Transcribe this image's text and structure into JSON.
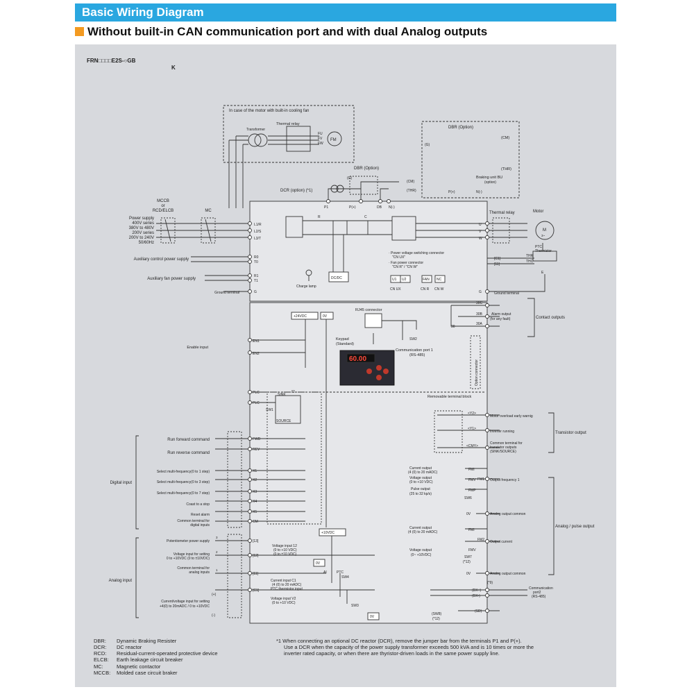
{
  "header": {
    "title": "Basic Wiring Diagram",
    "subtitle": "Without built-in CAN communication port and with dual Analog outputs",
    "model_line1": "FRN□□□□E2S-○GB",
    "model_line2": "K"
  },
  "colors": {
    "header_bg": "#2aa7e0",
    "accent": "#f39a21",
    "panel_bg": "#d7d9dd",
    "line": "#333333"
  },
  "cooling_fan": {
    "title": "In case of the motor with built-in cooling fan",
    "transformer": "Transformer",
    "thermal_relay": "Thermal relay",
    "fu": "FU",
    "fv": "FV",
    "fw": "FW",
    "fm": "FM"
  },
  "dbr_box": {
    "title": "DBR (Option)",
    "cm": "(CM)",
    "thr": "(THR)",
    "braking_unit": "Braking unit BU",
    "braking_unit_sub": "(option)",
    "p": "P(+)",
    "n": "N(-)",
    "g": "(G)"
  },
  "dbr_small": {
    "title": "DBR (Option)",
    "g": "(G)",
    "cm": "(CM)",
    "thr": "(THR)"
  },
  "dcr": {
    "label": "DCR (option) (*1)",
    "p1": "P1",
    "p": "P(+)",
    "db": "DB",
    "n": "N(-)"
  },
  "power": {
    "mccb": "MCCB",
    "or": "or",
    "rcd": "RCD/ELCB",
    "mc": "MC",
    "l1": "Power supply",
    "l2": "400V series",
    "l3": "380V to 480V",
    "l4": "200V series",
    "l5": "200V to 240V",
    "l6": "50/60Hz",
    "aux_ctrl": "Auxiliary control power supply",
    "aux_fan": "Auxiliary fan power supply",
    "ground": "Ground terminal"
  },
  "terminals": {
    "l1r": "L1/R",
    "l2s": "L2/S",
    "l3t": "L3/T",
    "r0": "R0",
    "t0": "T0",
    "r1": "R1",
    "t1": "T1",
    "g": "G",
    "u": "U",
    "v": "V",
    "w": "W",
    "g2": "G"
  },
  "inverter": {
    "r": "R",
    "c": "C",
    "pv_conn": "· Power voltage switching connector",
    "cn_ux_q": "\"CN UX\"",
    "fan_conn": "· Fan power connector",
    "cn_rw_q": "\"CN R\" / \"CN W\"",
    "u1": "U1",
    "u2": "U2",
    "fan": "FAN",
    "nc": "NC",
    "cn_ux": "CN UX",
    "cn_r": "CN R",
    "cn_w": "CN W",
    "charge": "Charge lamp",
    "dcdc": "DC/DC"
  },
  "motor": {
    "thermal": "Thermal relay",
    "title": "Motor",
    "m": "M",
    "tilde": "3~",
    "ptc": "PTC",
    "thermistor": "Thermistor",
    "c1": "[C1]",
    "i11": "[11]",
    "thr": "THR",
    "thc": "THC",
    "e": "E",
    "ground": "Ground terminal"
  },
  "control": {
    "v24": "+24VDC",
    "v0": "0V",
    "rj45": "RJ45 connector",
    "sw2": "SW2",
    "keypad": "Keypad",
    "keypad_sub": "(Standard)",
    "comm1": "Communication port 1",
    "comm1_sub": "(RS-485)",
    "removable": "Removable terminal block",
    "option_conn": "Option connector",
    "display": "60.00",
    "enable_input": "Enable input",
    "en1": "EN1",
    "en2": "EN2",
    "plc": "PLC",
    "plc2": "PLC",
    "sink": "SINK",
    "source": "SOURCE",
    "sw1": "SW1",
    "star2": "*2",
    "c30c": "30C",
    "c30b": "30B",
    "c30a": "30A",
    "c30": "30",
    "alarm": "Alarm output",
    "alarm_sub": "(for any fault)",
    "contact": "Contact outputs"
  },
  "digital": {
    "group": "Digital input",
    "fwd_lbl": "Run forward command",
    "rev_lbl": "Run reverse command",
    "x1_lbl": "Select multi-frequency(0 to 1 step)",
    "x2_lbl": "Select multi-frequency(0 to 3 step)",
    "x3_lbl": "Select multi-frequency(0 to 7 step)",
    "x4_lbl": "Coast to a stop",
    "x5_lbl": "Reset alarm",
    "cm_lbl1": "Common terminal for",
    "cm_lbl2": "digital inputs",
    "fwd": "FWD",
    "rev": "REV",
    "x1": "X1",
    "x2": "X2",
    "x3": "X3",
    "x4": "X4",
    "x5": "X5",
    "cm": "CM"
  },
  "transistor": {
    "y2": "<Y2>",
    "y1": "<Y1>",
    "cmy": "<CMY>",
    "y2_lbl": "Motor overload early warnig",
    "y1_lbl": "Inverter running",
    "cmy_lbl1": "Common terminal for",
    "cmy_lbl2": "transistor outputs",
    "cmy_lbl3": "(SINK/SOURCE)",
    "group": "Transistor output"
  },
  "analog_out": {
    "group": "Analog / pulse output",
    "fm1": "FMI",
    "fmv": "FMV",
    "fmp": "FMP",
    "fm1t": "FM1",
    "sw6": "SW6",
    "cur1": "Current output",
    "cur1_sub": "(4 (0) to 20 mADC)",
    "volt1": "Voltage output",
    "volt1_sub": "(0 to +10 VDC)",
    "pulse": "Pulse output",
    "pulse_sub": "(25 to 32 kp/s)",
    "of1": "Output frequency 1",
    "v0": "0V",
    "aoc1": "Analog output common",
    "fmi2": "FMI",
    "fmv2": "FMV",
    "fm2": "FM2",
    "sw7": "SW7",
    "sw7_sub": "(*12)",
    "cur2": "Current output",
    "cur2_sub": "(4 (0) to 20 mADC)",
    "volt2": "Voltage output",
    "volt2_sub": "(0~ +10VDC)",
    "oc": "Output current",
    "v0b": "0V",
    "aoc2": "Analog output common"
  },
  "analog_in": {
    "group": "Analog input",
    "pot": "Potentiometer power supply",
    "vin1": "Voltage input for setting",
    "vin2": "0 to +10VDC (0 to ±10VDC)",
    "com1": "Common terminal for",
    "com2": "analog inputs",
    "cv1": "Current/voltage input for setting",
    "cv2": "+4(0) to 20mADC / 0 to +10VDC",
    "t13": "[13]",
    "t12": "[12]",
    "t11": "[11]",
    "c1": "[C1]",
    "v12_1": "Voltage input 12",
    "v12_2": "(0 to +10 VDC)",
    "v12_3": "(0 to ±10 VDC)",
    "p10": "+10VDC",
    "v0": "0V",
    "ai": "AI",
    "ptc": "PTC",
    "sw4": "SW4",
    "ci1": "Current input C1",
    "ci2": "(4 (0) to 20 mADC)",
    "ci3": "PTC thermistor input",
    "v2_1": "Voltage input V2",
    "v2_2": "(0 to +10 VDC)",
    "sw3": "SW3",
    "v0b": "0V",
    "n3": "3",
    "n2": "2",
    "n1": "1",
    "plus": "(+)",
    "minus": "(-)"
  },
  "comm2": {
    "dxp": "(DX+)",
    "dxm": "(DX-)",
    "sd": "(SD)",
    "label": "Communication",
    "label2": "port2",
    "label3": "(RS-485)",
    "sw8": "(SW8)",
    "sw8b": "(*12)",
    "n9": "(*9)"
  },
  "legend": {
    "dbr_k": "DBR:",
    "dbr_v": "Dynamic Braking Resister",
    "dcr_k": "DCR:",
    "dcr_v": "DC reactor",
    "rcd_k": "RCD:",
    "rcd_v": "Residual-current-operated protective device",
    "elcb_k": "ELCB:",
    "elcb_v": "Earth leakage circuit breaker",
    "mc_k": "MC:",
    "mc_v": "Magnetic contactor",
    "mccb_k": "MCCB:",
    "mccb_v": "Molded case circuit braker"
  },
  "footnote": {
    "l1": "*1 When connecting an optional DC reactor (DCR), remove the jumper bar from the terminals P1 and P(+).",
    "l2": "Use a DCR when the capacity of the power supply transformer exceeds 500 kVA and is 10 times or more the",
    "l3": "inverter rated capacity, or when there are thyristor-driven loads in the same power supply line."
  }
}
